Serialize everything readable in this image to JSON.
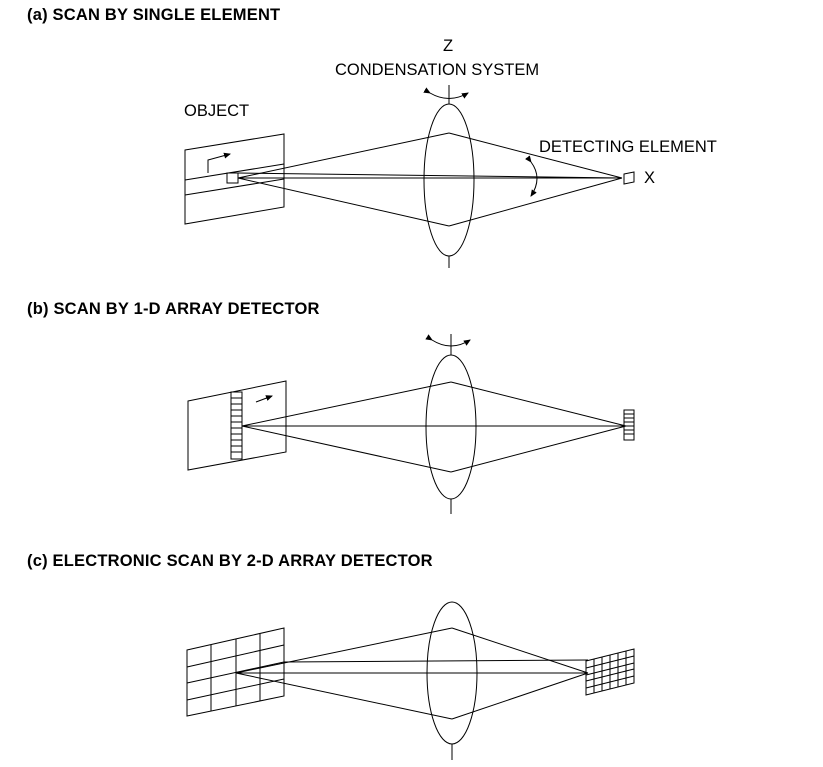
{
  "panel_a": {
    "heading": "(a) SCAN BY SINGLE ELEMENT",
    "axis_z": "Z",
    "condensation_label": "CONDENSATION SYSTEM",
    "object_label": "OBJECT",
    "detecting_label": "DETECTING ELEMENT",
    "axis_x": "X"
  },
  "panel_b": {
    "heading": "(b) SCAN BY 1-D ARRAY DETECTOR"
  },
  "panel_c": {
    "heading": "(c) ELECTRONIC SCAN BY 2-D ARRAY DETECTOR"
  }
}
